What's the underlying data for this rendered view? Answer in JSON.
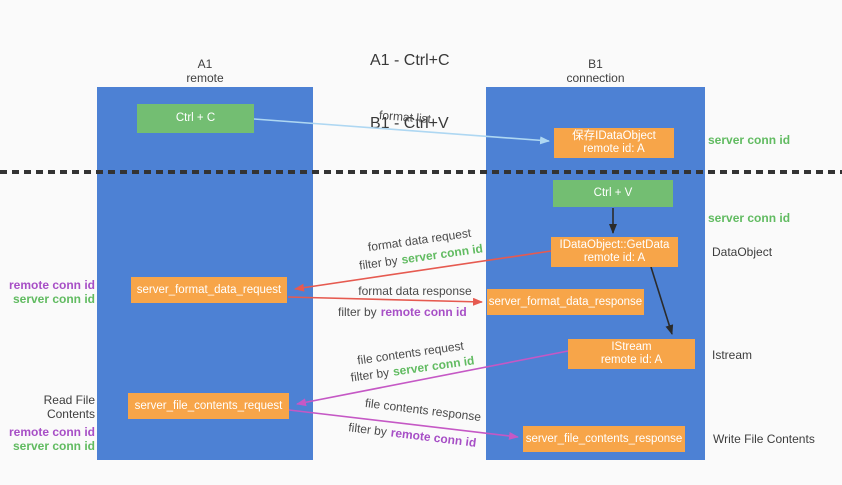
{
  "title": {
    "line1": "A1 - Ctrl+C",
    "line2": "B1 - Ctrl+V"
  },
  "columns": {
    "a": {
      "name": "A1",
      "subtitle": "remote"
    },
    "b": {
      "name": "B1",
      "subtitle": "connection"
    }
  },
  "nodes": {
    "ctrl_c": "Ctrl + C",
    "ctrl_v": "Ctrl + V",
    "save_idataobject": {
      "line1": "保存IDataObject",
      "line2": "remote id: A"
    },
    "idataobject_getdata": {
      "line1": "IDataObject::GetData",
      "line2": "remote id: A"
    },
    "istream": {
      "line1": "IStream",
      "line2": "remote id: A"
    },
    "server_format_data_request": "server_format_data_request",
    "server_format_data_response": "server_format_data_response",
    "server_file_contents_request": "server_file_contents_request",
    "server_file_contents_response": "server_file_contents_response"
  },
  "right_labels": {
    "server_conn_id_top": "server conn id",
    "server_conn_id_mid": "server conn id",
    "dataobject": "DataObject",
    "istream": "Istream",
    "write_file_contents": "Write File Contents"
  },
  "left_labels": {
    "remote_conn_id_1": "remote conn id",
    "server_conn_id_1": "server conn id",
    "read_file_contents": "Read File Contents",
    "remote_conn_id_2": "remote conn id",
    "server_conn_id_2": "server conn id"
  },
  "arrows": {
    "format_list": {
      "label": "format list"
    },
    "format_data_request": {
      "label": "format data request",
      "filter_prefix": "filter by",
      "filter_key": "server conn id"
    },
    "format_data_response": {
      "label": "format data response",
      "filter_prefix": "filter by",
      "filter_key": "remote conn id"
    },
    "file_contents_request": {
      "label": "file contents request",
      "filter_prefix": "filter by",
      "filter_key": "server conn id"
    },
    "file_contents_response": {
      "label": "file contents response",
      "filter_prefix": "filter by",
      "filter_key": "remote conn id"
    }
  },
  "colors": {
    "column_blue": "#4d81d4",
    "box_green": "#73be72",
    "box_orange": "#f7a549",
    "arrow_red": "#e65a50",
    "arrow_magenta": "#c558c5",
    "arrow_light_blue": "#aed7f2",
    "arrow_black": "#2b2b2b",
    "label_green": "#61bb61",
    "label_purple": "#a74fc6"
  }
}
